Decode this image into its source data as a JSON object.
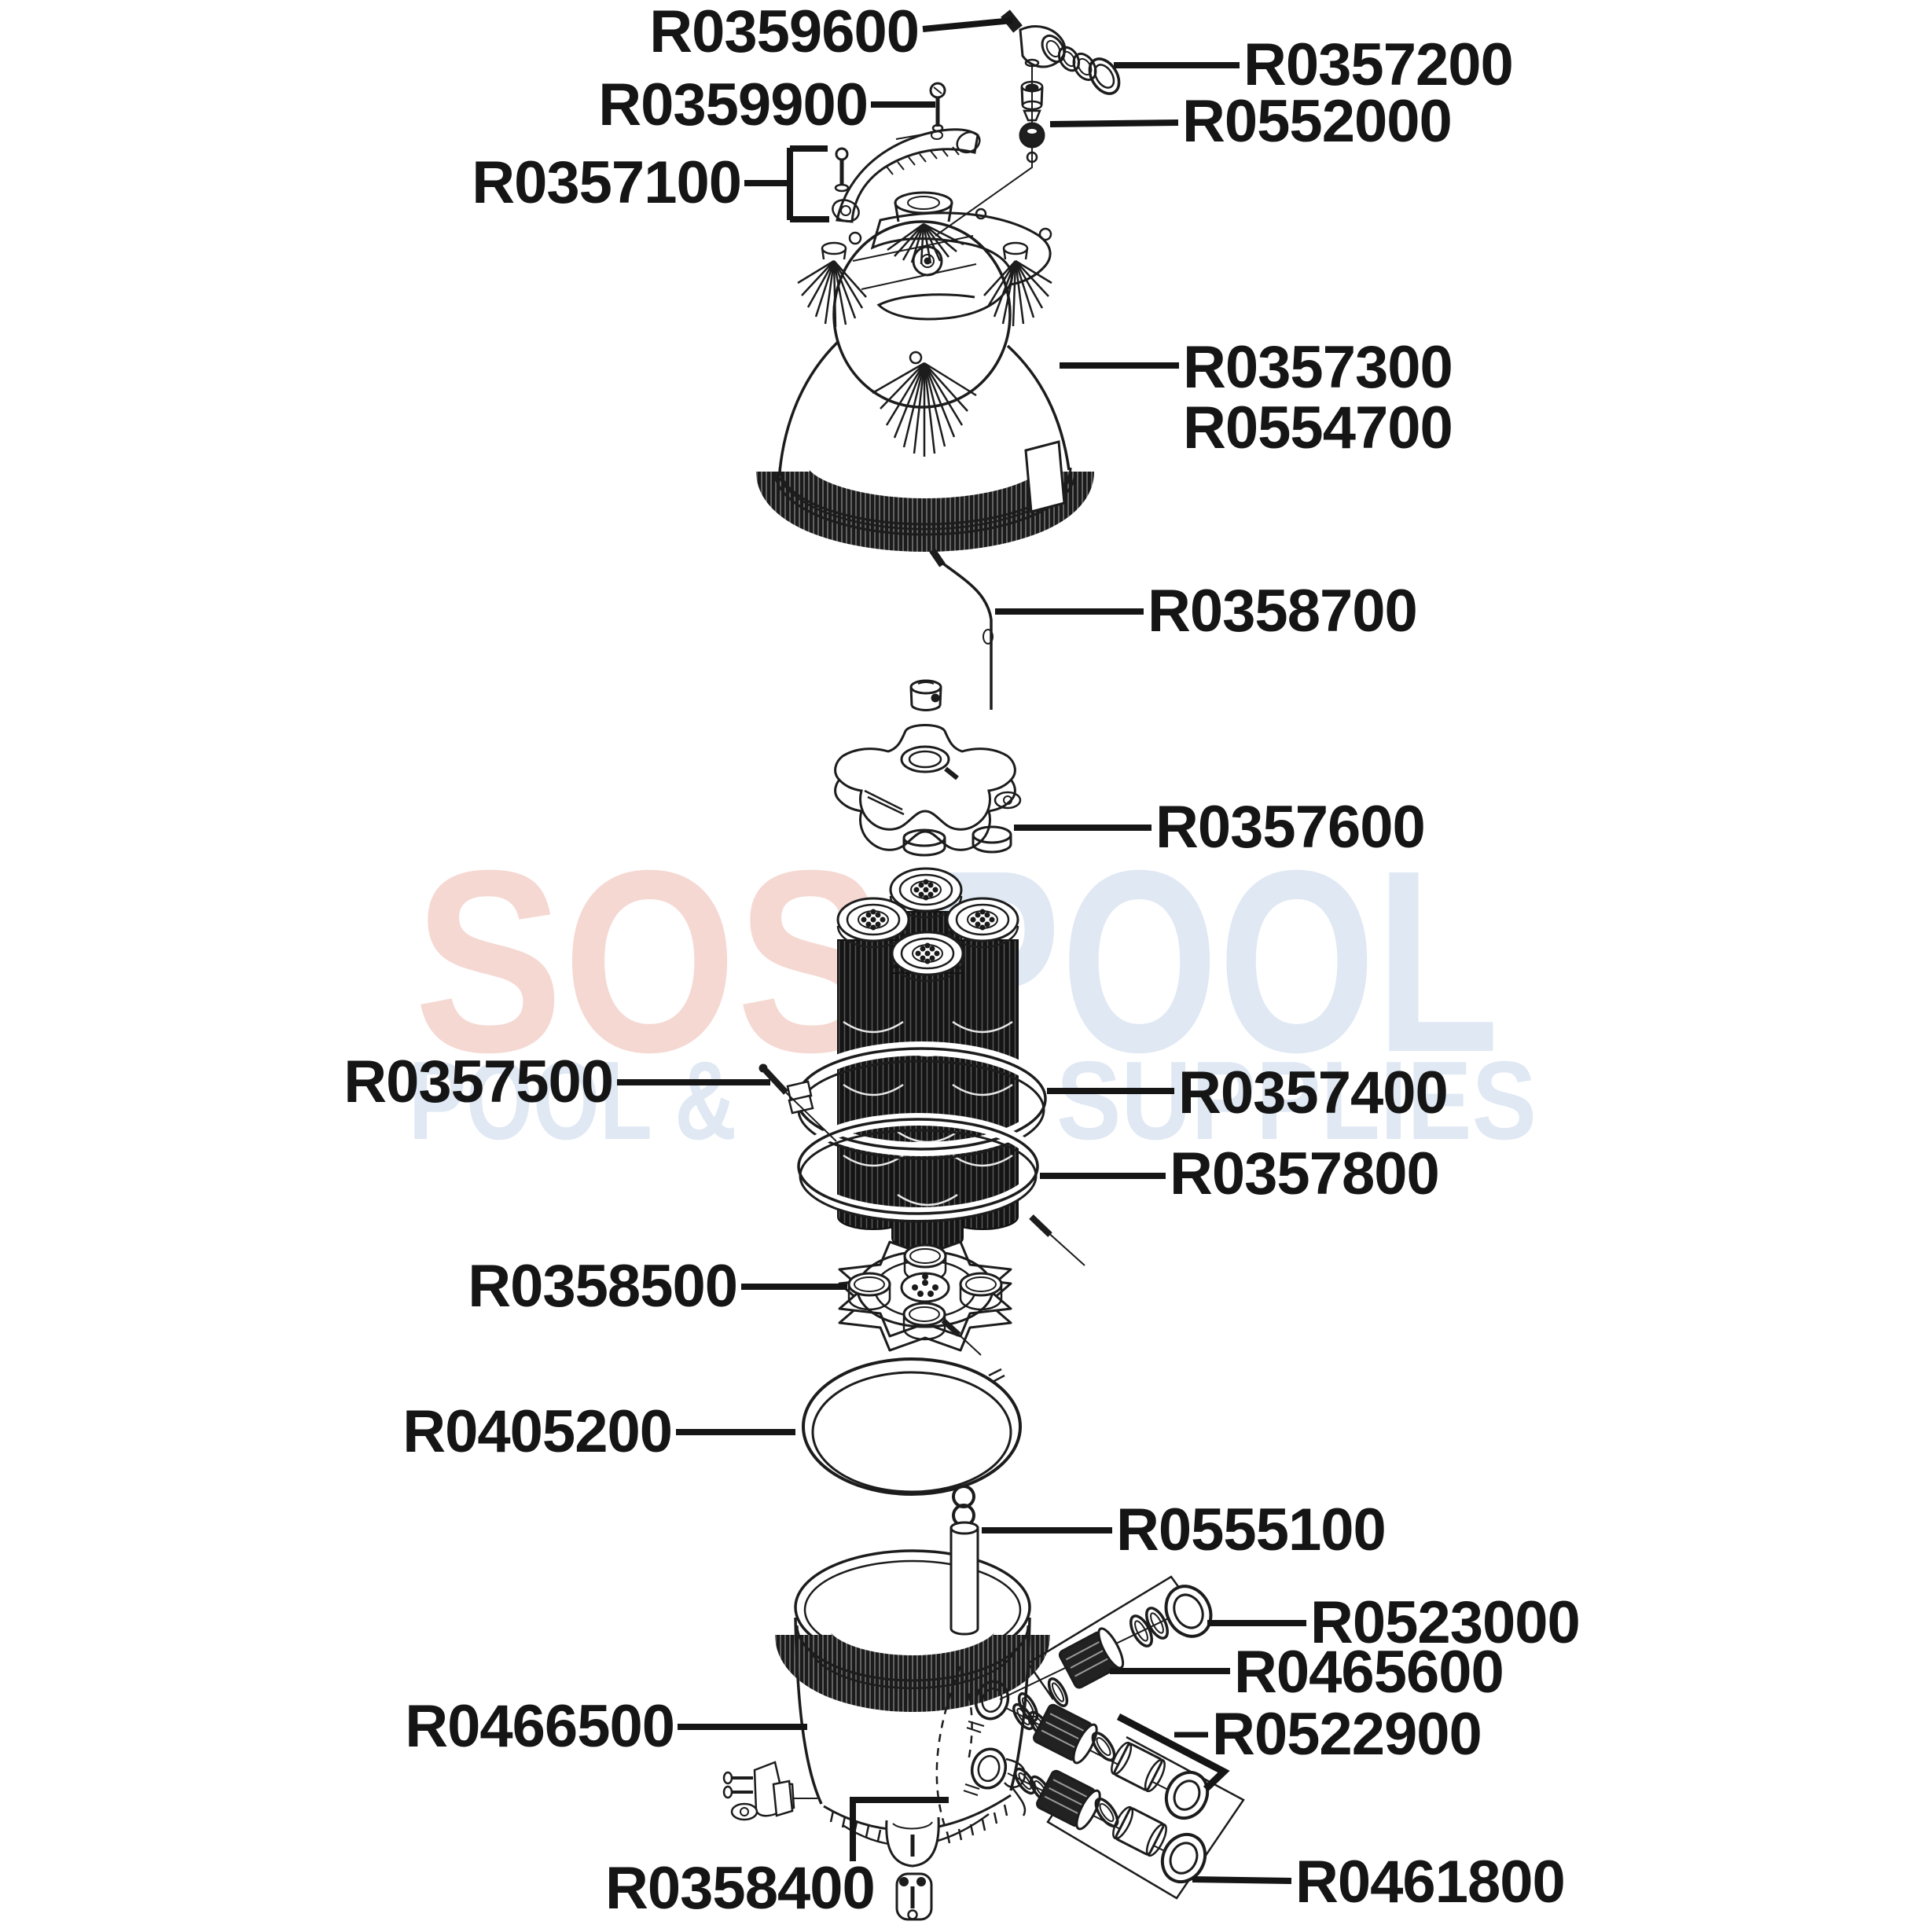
{
  "diagram_title": "",
  "watermark": {
    "sos": "SOS",
    "pool": "POOL",
    "pool_amp": "POOL &",
    "supplies": "SUPPLIES",
    "color_red": "#f5d8d2",
    "color_blue": "#dfe8f3"
  },
  "colors": {
    "line_art": "#1c1c1c",
    "label_text": "#151515",
    "background": "#ffffff"
  },
  "labels": {
    "r0359600": "R0359600",
    "r0357200": "R0357200",
    "r0359900": "R0359900",
    "r0552000": "R0552000",
    "r0357100": "R0357100",
    "r0357300": "R0357300",
    "r0554700": "R0554700",
    "r0358700": "R0358700",
    "r0357600": "R0357600",
    "r0357500": "R0357500",
    "r0357400": "R0357400",
    "r0357800": "R0357800",
    "r0358500": "R0358500",
    "r0405200": "R0405200",
    "r0555100": "R0555100",
    "r0523000": "R0523000",
    "r0465600": "R0465600",
    "r0466500": "R0466500",
    "r0522900": "R0522900",
    "r0358400": "R0358400",
    "r0461800": "R0461800"
  }
}
